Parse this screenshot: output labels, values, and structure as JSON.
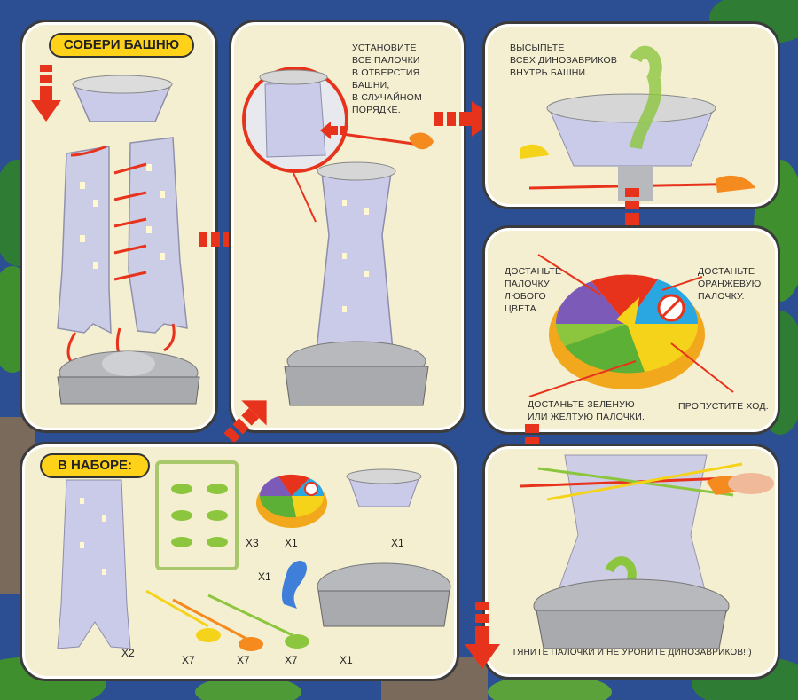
{
  "panels": {
    "assemble": {
      "title": "СОБЕРИ БАШНЮ"
    },
    "insert_sticks": {
      "text": "УСТАНОВИТЕ ВСЕ ПАЛОЧКИ В ОТВЕРСТИЯ БАШНИ, В СЛУЧАЙНОМ ПОРЯДКЕ.",
      "lines": [
        "УСТАНОВИТЕ",
        "ВСЕ ПАЛОЧКИ",
        "В ОТВЕРСТИЯ",
        "БАШНИ,",
        "В СЛУЧАЙНОМ",
        "ПОРЯДКЕ."
      ]
    },
    "pour_dinos": {
      "lines": [
        "ВЫСЫПЬТЕ",
        "ВСЕХ ДИНОЗАВРИКОВ",
        "ВНУТРЬ БАШНИ."
      ]
    },
    "spinner": {
      "any_color": [
        "ДОСТАНЬТЕ",
        "ПАЛОЧКУ",
        "ЛЮБОГО",
        "ЦВЕТА."
      ],
      "orange": [
        "ДОСТАНЬТЕ",
        "ОРАНЖЕВУЮ",
        "ПАЛОЧКУ."
      ],
      "green_yellow": [
        "ДОСТАНЬТЕ ЗЕЛЕНУЮ",
        "ИЛИ ЖЕЛТУЮ ПАЛОЧКИ."
      ],
      "skip": "ПРОПУСТИТЕ ХОД."
    },
    "contents": {
      "title": "В НАБОРЕ:",
      "quantities": {
        "tower": "X2",
        "dino_frames": "X3",
        "spinner": "X1",
        "top": "X1",
        "blue_dino": "X1",
        "base": "X1",
        "yellow_sticks": "X7",
        "orange_sticks": "X7",
        "green_sticks": "X7"
      }
    },
    "play": {
      "text": "ТЯНИТЕ ПАЛОЧКИ И НЕ УРОНИТЕ ДИНОЗАВРИКОВ!!)"
    }
  },
  "colors": {
    "background": "#2c4f93",
    "panel": "#f5efd2",
    "badge": "#ffd21a",
    "arrow": "#e8331c",
    "tower": "#c9cbe8",
    "base": "#a9aaae"
  }
}
